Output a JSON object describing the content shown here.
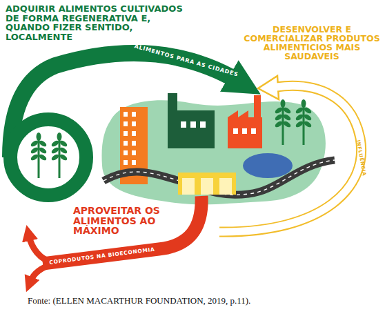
{
  "diagram": {
    "caption": "Fonte: (ELLEN MACARTHUR FOUNDATION, 2019, p.11).",
    "labels": [
      "ADQUIRIR ALIMENTOS CULTIVADOS DE FORMA REGENERATIVA E, QUANDO FIZER SENTIDO, LOCALMENTE",
      "ALIMENTOS PARA AS CIDADES",
      "DESENVOLVER E COMERCIALIZAR PRODUTOS ALIMENTICIOS MAIS SAUDAVEIS",
      "INFLUÊNCIA",
      "APROVEITAR OS ALIMENTOS AO MÁXIMO",
      "COPRODUTOS NA BIOECONOMIA"
    ]
  }
}
